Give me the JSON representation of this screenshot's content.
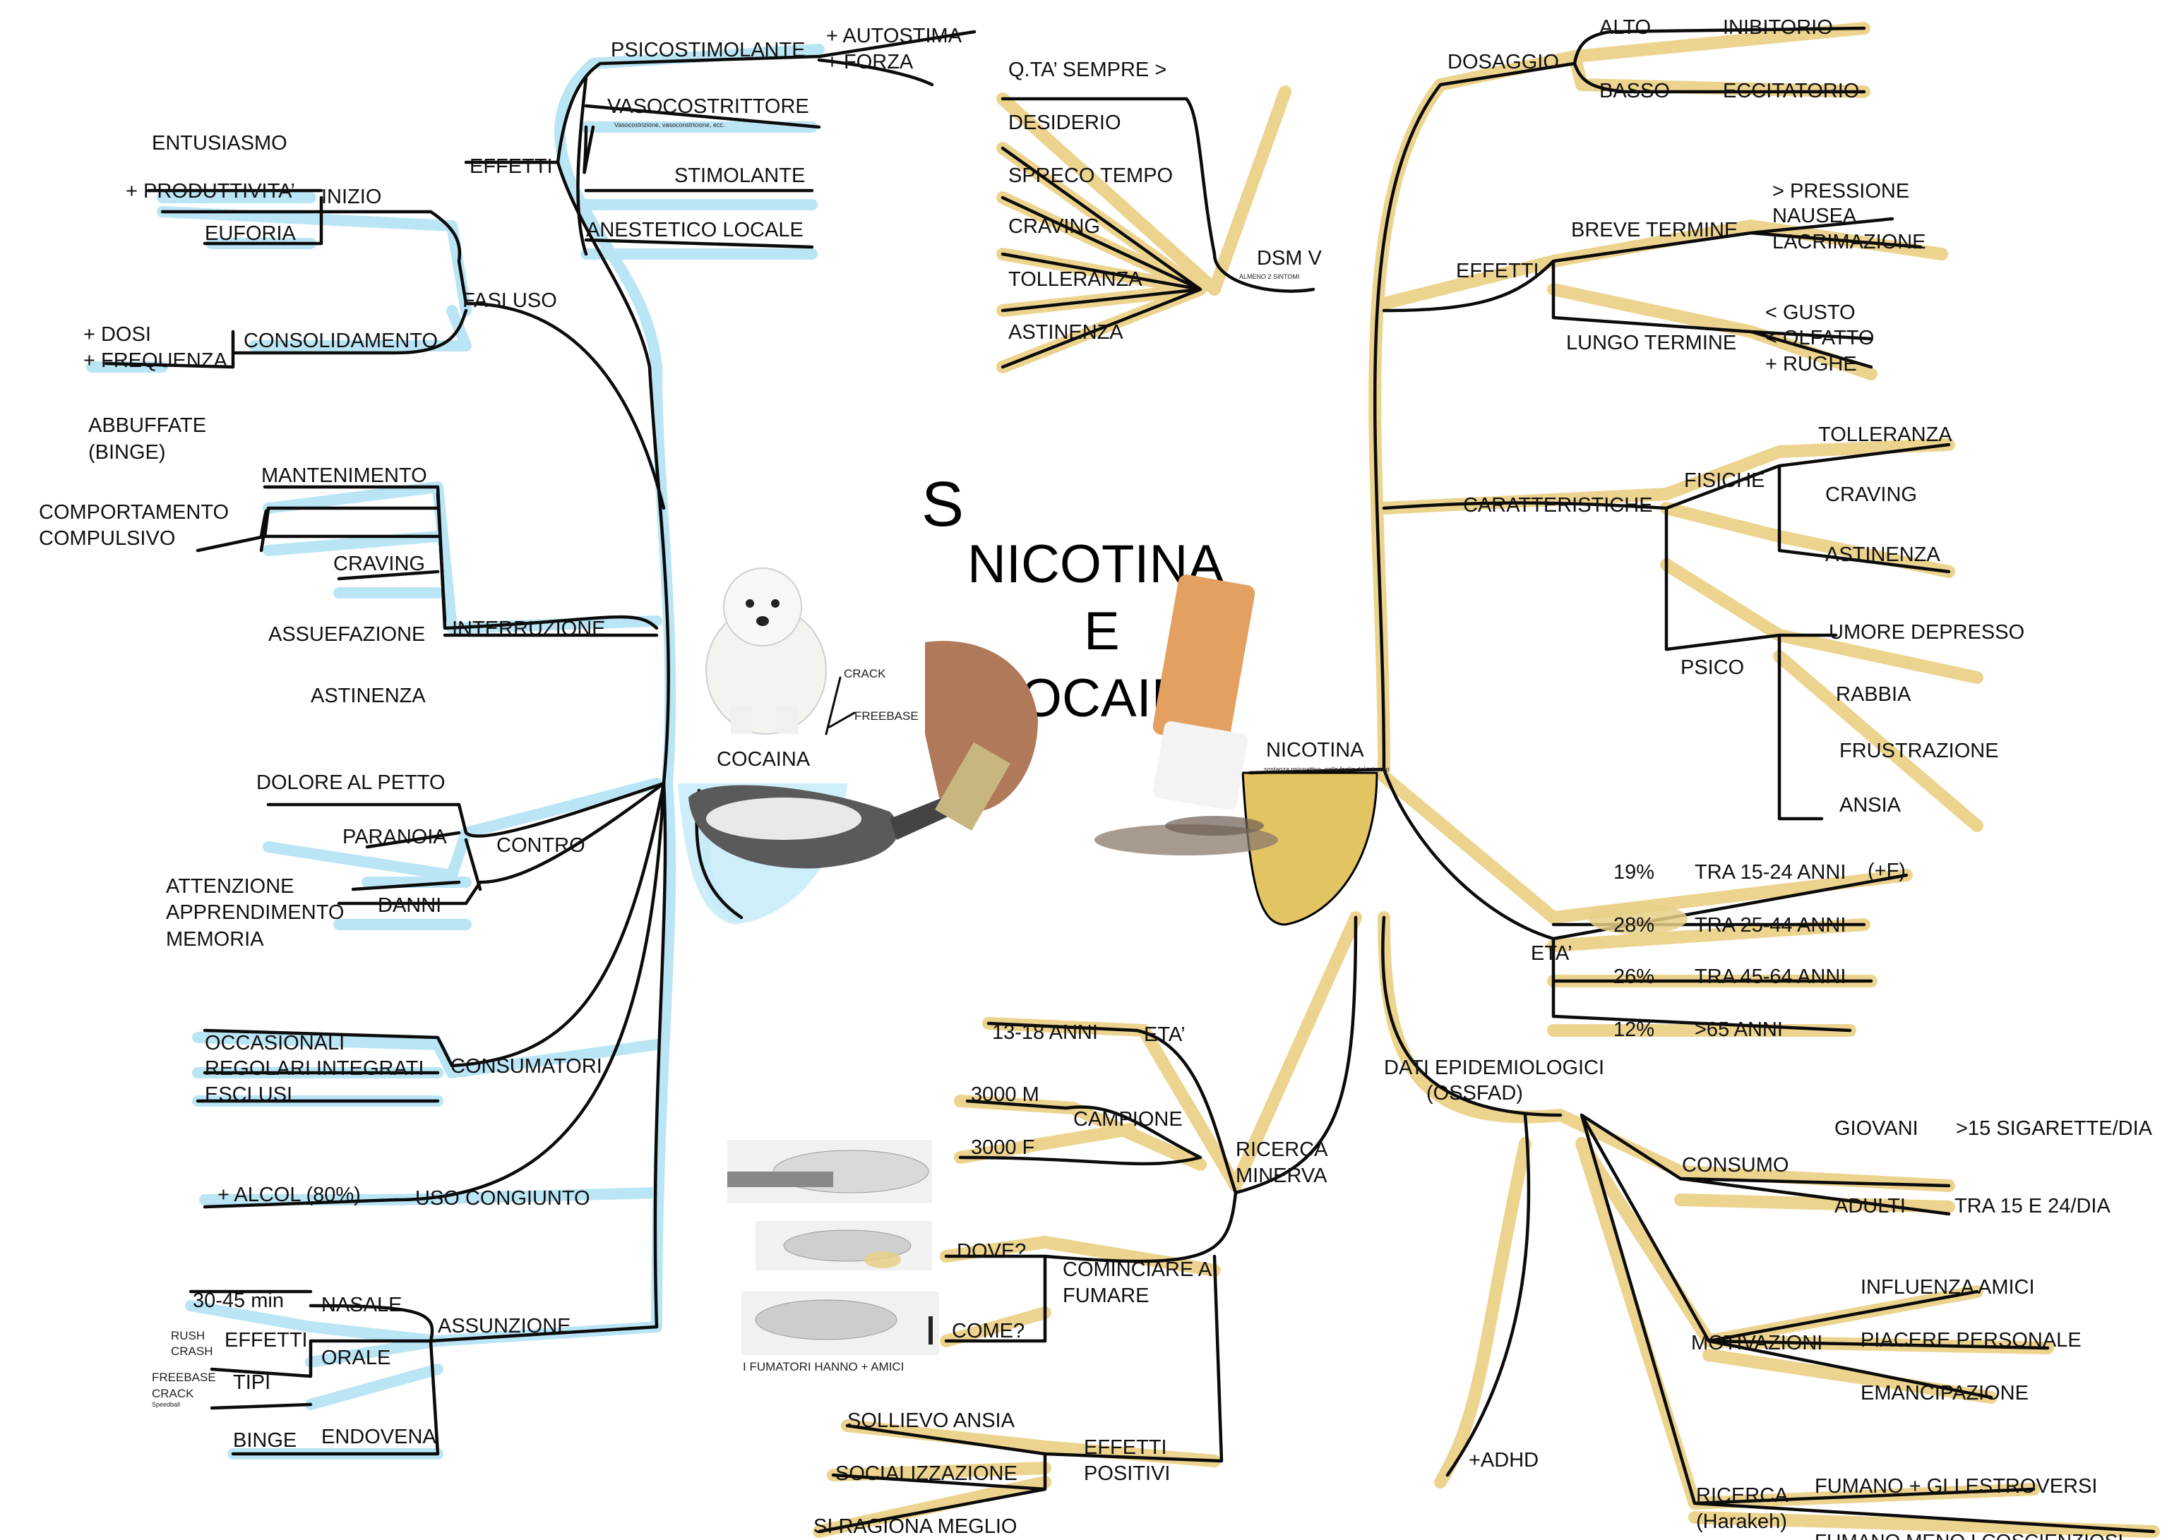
{
  "title": {
    "line1": "NICOTINA",
    "line2": "E",
    "line3": "COCAINA",
    "mark": "S"
  },
  "cocaina": {
    "root": "COCAINA",
    "dog_label_1": "CRACK",
    "dog_label_2": "FREEBASE",
    "effetti": {
      "label": "EFFETTI",
      "psicostimolante": "PSICOSTIMOLANTE",
      "autostima": "+ AUTOSTIMA",
      "forza": "+ FORZA",
      "vasocostrittore": "VASOCOSTRITTORE",
      "vaso_note": "Vasocostrizione, vasoconstricione, ecc.",
      "stimolante": "STIMOLANTE",
      "anestetico": "ANESTETICO LOCALE"
    },
    "fasi_uso": {
      "label": "FASI USO",
      "inizio": "INIZIO",
      "entusiasmo": "ENTUSIASMO",
      "produttivita": "+ PRODUTTIVITA’",
      "euforia": "EUFORIA",
      "consolidamento": "CONSOLIDAMENTO",
      "dosi": "+ DOSI",
      "frequenza": "+ FREQUENZA"
    },
    "interruzione": {
      "label": "INTERRUZIONE",
      "mantenimento": "MANTENIMENTO",
      "abbuffate_1": "ABBUFFATE",
      "abbuffate_2": "(BINGE)",
      "comportamento_1": "COMPORTAMENTO",
      "comportamento_2": "COMPULSIVO",
      "craving": "CRAVING",
      "assuefazione": "ASSUEFAZIONE",
      "astinenza": "ASTINENZA"
    },
    "contro": {
      "label": "CONTRO",
      "dolore": "DOLORE AL PETTO",
      "paranoia": "PARANOIA",
      "danni": "DANNI",
      "attenzione": "ATTENZIONE",
      "apprendimento": "APPRENDIMENTO",
      "memoria": "MEMORIA"
    },
    "consumatori": {
      "label": "CONSUMATORI",
      "occasionali": "OCCASIONALI",
      "regolari": "REGOLARI INTEGRATI",
      "esclusi": "ESCLUSI"
    },
    "uso_congiunto": {
      "label": "USO CONGIUNTO",
      "alcol": "+ ALCOL (80%)"
    },
    "assunzione": {
      "label": "ASSUNZIONE",
      "nasale": "NASALE",
      "nasale_time": "30-45 min",
      "orale": "ORALE",
      "effetti": "EFFETTI",
      "rush": "RUSH",
      "crash": "CRASH",
      "tipi": "TIPI",
      "freebase": "FREEBASE",
      "crack": "CRACK",
      "crack_note": "Speedball",
      "endovena": "ENDOVENA",
      "binge": "BINGE"
    }
  },
  "nicotina": {
    "root": "NICOTINA",
    "root_note": "sostanza psicoattiva, nelle foglie del tabacco",
    "dsm": {
      "label": "DSM V",
      "sub": "ALMENO 2 SINTOMI",
      "qta": "Q.TA’ SEMPRE >",
      "desiderio": "DESIDERIO",
      "spreco": "SPRECO TEMPO",
      "craving": "CRAVING",
      "tolleranza": "TOLLERANZA",
      "astinenza": "ASTINENZA"
    },
    "dosaggio": {
      "label": "DOSAGGIO",
      "alto": "ALTO",
      "inibitorio": "INIBITORIO",
      "basso": "BASSO",
      "eccitatorio": "ECCITATORIO"
    },
    "effetti": {
      "label": "EFFETTI",
      "breve": "BREVE TERMINE",
      "pressione": "> PRESSIONE",
      "nausea": "NAUSEA",
      "lacrimazione": "LACRIMAZIONE",
      "lungo": "LUNGO TERMINE",
      "gusto": "< GUSTO",
      "olfatto": "< OLFATTO",
      "rughe": "+ RUGHE"
    },
    "caratteristiche": {
      "label": "CARATTERISTICHE",
      "fisiche": "FISICHE",
      "tolleranza": "TOLLERANZA",
      "craving": "CRAVING",
      "astinenza": "ASTINENZA",
      "psico": "PSICO",
      "umore": "UMORE DEPRESSO",
      "rabbia": "RABBIA",
      "frustrazione": "FRUSTRAZIONE",
      "ansia": "ANSIA"
    },
    "eta": {
      "label": "ETA’",
      "rows": [
        {
          "pct": "19%",
          "range": "TRA 15-24 ANNI",
          "note": "(+F)"
        },
        {
          "pct": "28%",
          "range": "TRA 25-44 ANNI",
          "note": ""
        },
        {
          "pct": "26%",
          "range": "TRA 45-64 ANNI",
          "note": ""
        },
        {
          "pct": "12%",
          "range": ">65 ANNI",
          "note": ""
        }
      ]
    },
    "dati": {
      "label_1": "DATI EPIDEMIOLOGICI",
      "label_2": "(OSSFAD)",
      "consumo": "CONSUMO",
      "giovani": "GIOVANI",
      "giovani_val": ">15 SIGARETTE/DIA",
      "adulti": "ADULTI",
      "adulti_val": "TRA 15 E 24/DIA",
      "motivazioni": "MOTIVAZIONI",
      "influenza": "INFLUENZA AMICI",
      "piacere": "PIACERE PERSONALE",
      "emancipazione": "EMANCIPAZIONE",
      "adhd": "+ADHD",
      "ricerca_1": "RICERCA",
      "ricerca_2": "(Harakeh)",
      "estroversi": "FUMANO + GLI ESTROVERSI",
      "coscienziosi": "FUMANO MENO I COSCIENZIOSI"
    },
    "minerva": {
      "label_1": "RICERCA",
      "label_2": "MINERVA",
      "eta": "ETA’",
      "eta_val": "13-18 ANNI",
      "campione": "CAMPIONE",
      "m": "3000 M",
      "f": "3000 F",
      "cominciare_1": "COMINCIARE A",
      "cominciare_2": "FUMARE",
      "dove": "DOVE?",
      "come": "COME?",
      "amici": "I FUMATORI HANNO + AMICI",
      "positivi_1": "EFFETTI",
      "positivi_2": "POSITIVI",
      "sollievo": "SOLLIEVO ANSIA",
      "socializzazione": "SOCIALIZZAZIONE",
      "ragiona": "SI RAGIONA MEGLIO"
    }
  }
}
